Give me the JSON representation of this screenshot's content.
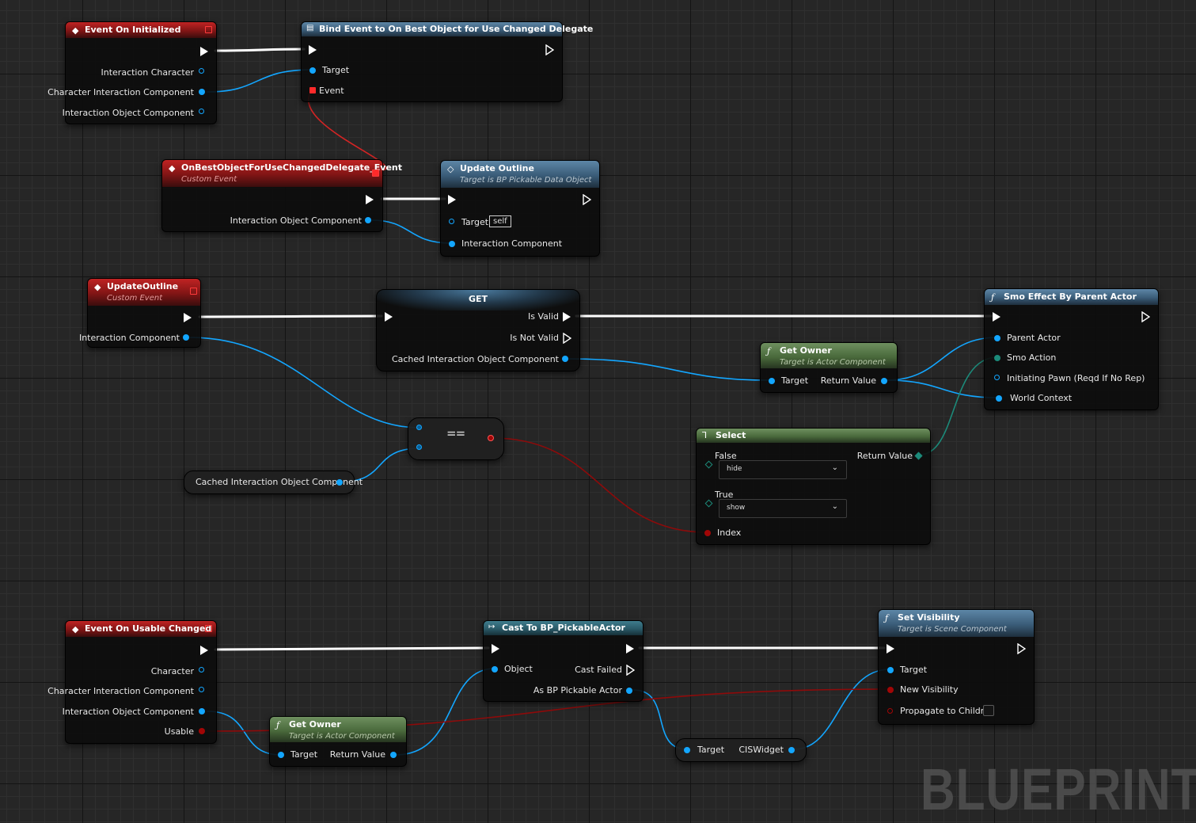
{
  "nodes": {
    "event_on_initialized": {
      "title": "Event On Initialized",
      "pins": [
        "Interaction Character",
        "Character Interaction Component",
        "Interaction Object Component"
      ]
    },
    "bind_event": {
      "title": "Bind Event to On Best Object for Use Changed Delegate",
      "pins": [
        "Target",
        "Event"
      ]
    },
    "on_best_object_event": {
      "title": "OnBestObjectForUseChangedDelegate_Event",
      "subtitle": "Custom Event",
      "pins": [
        "Interaction Object Component"
      ]
    },
    "update_outline_call": {
      "title": "Update Outline",
      "subtitle": "Target is BP Pickable Data Object",
      "pins": [
        "Target",
        "Interaction Component"
      ],
      "target_default": "self"
    },
    "update_outline_event": {
      "title": "UpdateOutline",
      "subtitle": "Custom Event",
      "pins": [
        "Interaction Component"
      ]
    },
    "get_node": {
      "title": "GET",
      "pins": [
        "Is Valid",
        "Is Not Valid",
        "Cached Interaction Object Component"
      ]
    },
    "get_owner_1": {
      "title": "Get Owner",
      "subtitle": "Target is Actor Component",
      "pins": [
        "Target",
        "Return Value"
      ]
    },
    "smo_effect": {
      "title": "Smo Effect By Parent Actor",
      "pins": [
        "Parent Actor",
        "Smo Action",
        "Initiating Pawn (Reqd If No Rep)",
        "World Context"
      ]
    },
    "equal_node": {
      "symbol": "=="
    },
    "cached_var": {
      "label": "Cached Interaction Object Component"
    },
    "select_node": {
      "title": "Select",
      "pins": [
        "False",
        "Return Value",
        "True",
        "Index"
      ],
      "false_value": "hide",
      "true_value": "show"
    },
    "event_on_usable_changed": {
      "title": "Event On Usable Changed",
      "pins": [
        "Character",
        "Character Interaction Component",
        "Interaction Object Component",
        "Usable"
      ]
    },
    "get_owner_2": {
      "title": "Get Owner",
      "subtitle": "Target is Actor Component",
      "pins": [
        "Target",
        "Return Value"
      ]
    },
    "cast_node": {
      "title": "Cast To BP_PickableActor",
      "pins": [
        "Object",
        "Cast Failed",
        "As BP Pickable Actor"
      ]
    },
    "ciswidget_getter": {
      "pins": [
        "Target",
        "CISWidget"
      ]
    },
    "set_visibility": {
      "title": "Set Visibility",
      "subtitle": "Target is Scene Component",
      "pins": [
        "Target",
        "New Visibility",
        "Propagate to Children"
      ]
    }
  },
  "watermark": "BLUEPRINT",
  "colors": {
    "exec": "#ffffff",
    "object_pin": "#13a6ff",
    "bool_pin": "#a10606",
    "enum_pin": "#1c8a7a",
    "delegate_pin": "#ff2a2a",
    "event_header": "#a01c1c",
    "function_header": "#3a5c78",
    "pure_header": "#4a6a3c",
    "grid": "#262626"
  }
}
